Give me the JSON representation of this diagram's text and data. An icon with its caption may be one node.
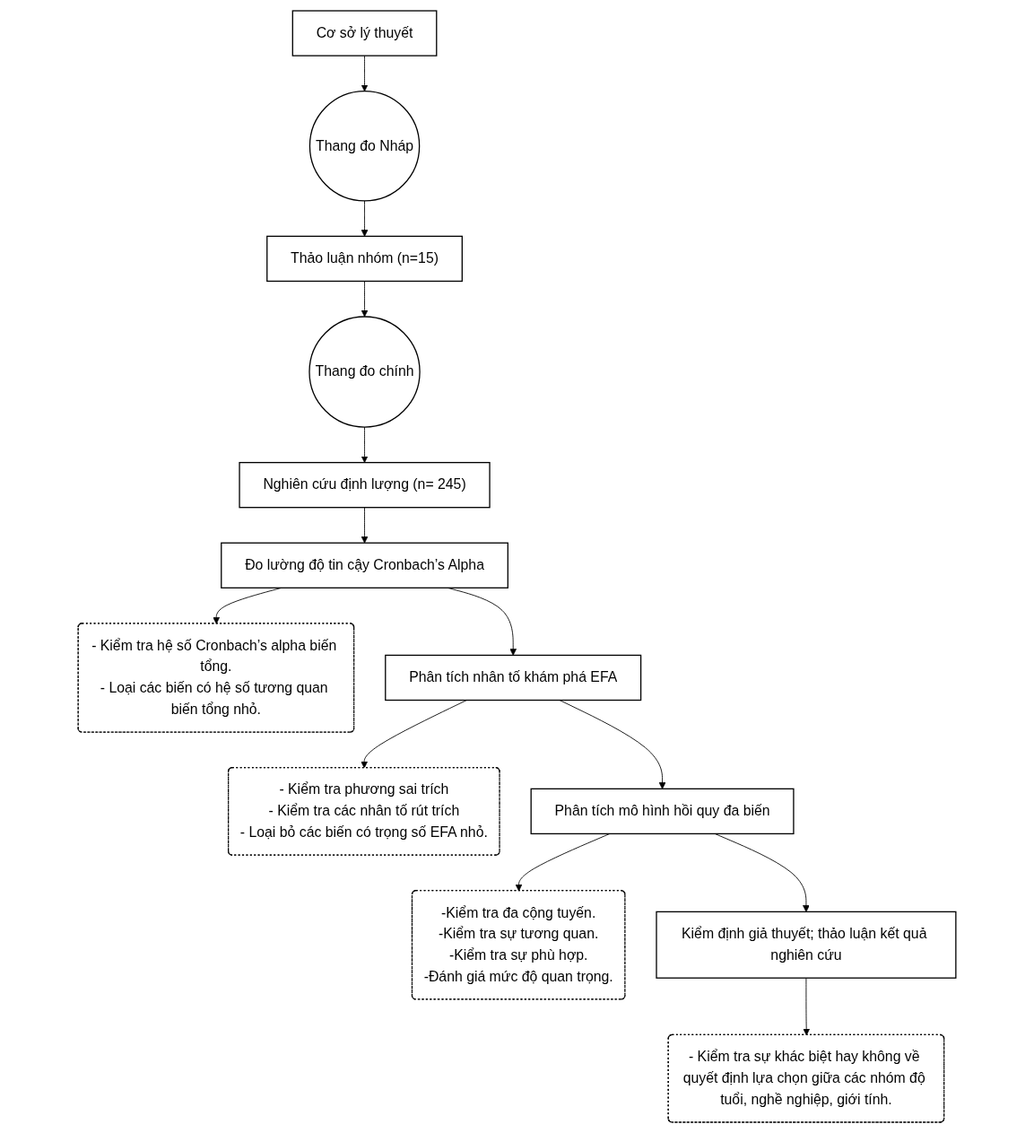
{
  "diagram": {
    "nodes": [
      {
        "text": [
          "Cơ sở lý thuyết"
        ]
      },
      {
        "text": [
          "Thang đo Nháp"
        ]
      },
      {
        "text": [
          "Thảo luận nhóm (n=15)"
        ]
      },
      {
        "text": [
          "Thang đo chính"
        ]
      },
      {
        "text": [
          "Nghiên cứu định lượng (n= 245)"
        ]
      },
      {
        "text": [
          "Đo lường độ tin cậy Cronbach’s Alpha"
        ]
      },
      {
        "text": [
          "- Kiểm tra hệ số Cronbach’s alpha biến tổng.",
          "- Loại các biến có hệ số tương quan biến tổng nhỏ."
        ]
      },
      {
        "text": [
          "Phân tích nhân tố khám phá EFA"
        ]
      },
      {
        "text": [
          "- Kiểm tra phương sai trích",
          "- Kiểm tra các nhân tố rút trích",
          "- Loại bỏ các biến có trọng số EFA nhỏ."
        ]
      },
      {
        "text": [
          "Phân tích mô hình hồi quy đa biến"
        ]
      },
      {
        "text": [
          "-Kiểm tra đa cộng tuyến.",
          "-Kiểm tra sự tương quan.",
          "-Kiểm tra sự phù hợp.",
          "-Đánh giá mức độ quan trọng."
        ]
      },
      {
        "text": [
          "Kiểm định giả thuyết; thảo luận kết quả nghiên cứu"
        ]
      },
      {
        "text": [
          "- Kiểm tra sự khác biệt hay không về quyết định lựa chọn giữa các nhóm độ tuổi, nghề nghiệp, giới tính."
        ]
      }
    ],
    "edges": [
      {
        "from": 0,
        "to": 1,
        "arrow": "to"
      },
      {
        "from": 1,
        "to": 2,
        "arrow": "to"
      },
      {
        "from": 2,
        "to": 3,
        "arrow": "to"
      },
      {
        "from": 3,
        "to": 4,
        "arrow": "to"
      },
      {
        "from": 4,
        "to": 5,
        "arrow": "to"
      },
      {
        "from": 5,
        "to": 6,
        "arrow": "to"
      },
      {
        "from": 5,
        "to": 7,
        "arrow": "to"
      },
      {
        "from": 7,
        "to": 8,
        "arrow": "to"
      },
      {
        "from": 7,
        "to": 9,
        "arrow": "to"
      },
      {
        "from": 9,
        "to": 10,
        "arrow": "to"
      },
      {
        "from": 9,
        "to": 11,
        "arrow": "to"
      },
      {
        "from": 11,
        "to": 12,
        "arrow": "to"
      }
    ]
  }
}
